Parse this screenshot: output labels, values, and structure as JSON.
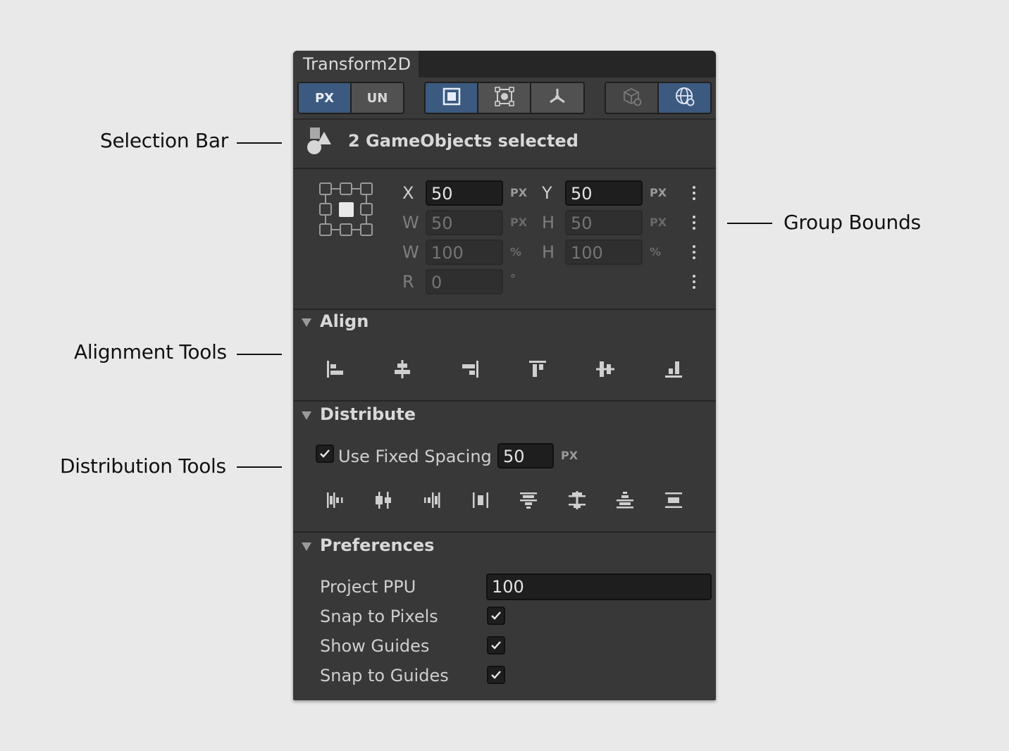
{
  "callouts": {
    "selection_bar": "Selection Bar",
    "group_bounds": "Group Bounds",
    "alignment_tools": "Alignment Tools",
    "distribution_tools": "Distribution Tools"
  },
  "panel": {
    "tab_title": "Transform2D",
    "toolbar": {
      "unit_px": "PX",
      "unit_un": "UN",
      "active_unit": "PX",
      "mode_icons": [
        "rect-mode-icon",
        "bounds-mode-icon",
        "pivot-mode-icon"
      ],
      "active_mode": "rect-mode-icon",
      "space_icons": [
        "local-space-icon",
        "world-space-icon"
      ],
      "active_space": "world-space-icon"
    },
    "selection": {
      "text": "2 GameObjects selected"
    },
    "bounds": {
      "x_label": "X",
      "x_value": "50",
      "x_unit": "PX",
      "y_label": "Y",
      "y_value": "50",
      "y_unit": "PX",
      "w_label": "W",
      "w_value": "50",
      "w_unit": "PX",
      "h_label": "H",
      "h_value": "50",
      "h_unit": "PX",
      "wp_label": "W",
      "wp_value": "100",
      "wp_unit": "%",
      "hp_label": "H",
      "hp_value": "100",
      "hp_unit": "%",
      "r_label": "R",
      "r_value": "0",
      "r_unit": "°"
    },
    "align": {
      "title": "Align",
      "tools": [
        "align-left-icon",
        "align-center-horizontal-icon",
        "align-right-icon",
        "align-top-icon",
        "align-middle-vertical-icon",
        "align-bottom-icon"
      ]
    },
    "distribute": {
      "title": "Distribute",
      "fixed_spacing_label": "Use Fixed Spacing",
      "fixed_spacing_checked": true,
      "fixed_spacing_value": "50",
      "fixed_spacing_unit": "PX",
      "tools": [
        "distribute-left-icon",
        "distribute-center-horizontal-icon",
        "distribute-right-icon",
        "distribute-horizontal-spacing-icon",
        "distribute-top-icon",
        "distribute-middle-vertical-icon",
        "distribute-bottom-icon",
        "distribute-vertical-spacing-icon"
      ]
    },
    "preferences": {
      "title": "Preferences",
      "project_ppu_label": "Project PPU",
      "project_ppu_value": "100",
      "snap_pixels_label": "Snap to Pixels",
      "snap_pixels_checked": true,
      "show_guides_label": "Show Guides",
      "show_guides_checked": true,
      "snap_guides_label": "Snap to Guides",
      "snap_guides_checked": true
    }
  },
  "colors": {
    "page_bg": "#e9e9e9",
    "panel_bg": "#383838",
    "tabbar_bg": "#262626",
    "active_toggle": "#3c5a80",
    "field_bg": "#1e1e1e"
  }
}
